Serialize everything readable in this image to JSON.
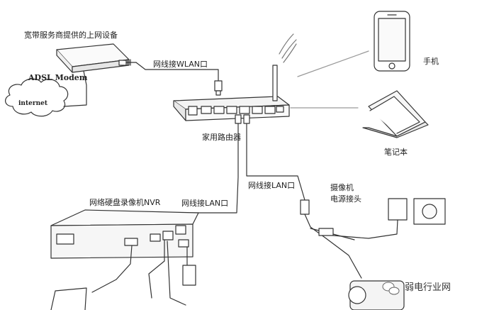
{
  "labels": {
    "isp_device": "宽带服务商提供的上网设备",
    "adsl_modem": "ADSL Modem",
    "internet": "internet",
    "wlan_cable": "网线接WLAN口",
    "home_router": "家用路由器",
    "phone": "手机",
    "laptop": "笔记本",
    "nvr": "网络硬盘录像机NVR",
    "lan_cable_nvr": "网线接LAN口",
    "lan_cable_camera": "网线接LAN口",
    "camera_power_line1": "摄像机",
    "camera_power_line2": "电源接头"
  },
  "watermark": {
    "text": "弱电行业网",
    "icon": "wechat-icon"
  },
  "colors": {
    "line": "#333333",
    "wave": "#999999",
    "background": "#ffffff"
  }
}
